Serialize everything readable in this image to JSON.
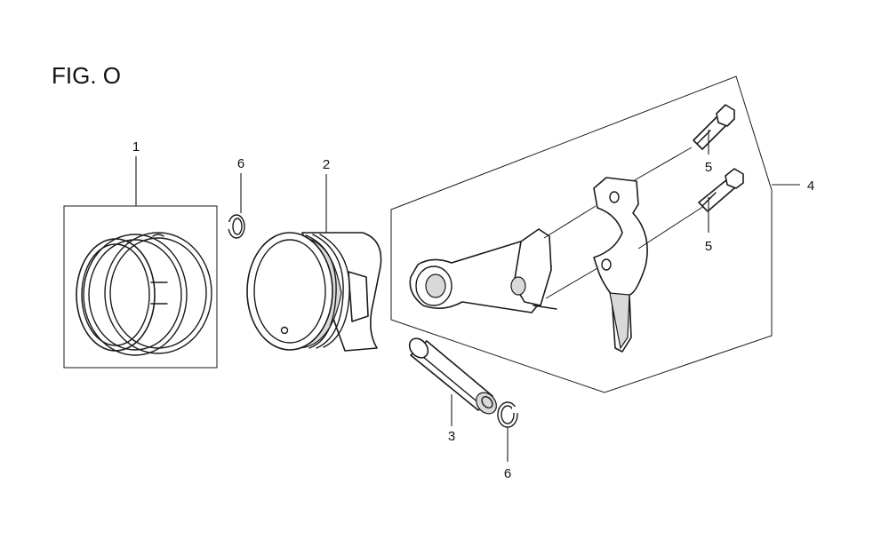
{
  "figure": {
    "title": "FIG. O"
  },
  "callouts": {
    "piston_ring_set": "1",
    "piston": "2",
    "piston_pin": "3",
    "connecting_rod_set": "4",
    "rod_bolt_upper": "5",
    "rod_bolt_lower": "5",
    "pin_clip_left": "6",
    "pin_clip_right": "6"
  }
}
